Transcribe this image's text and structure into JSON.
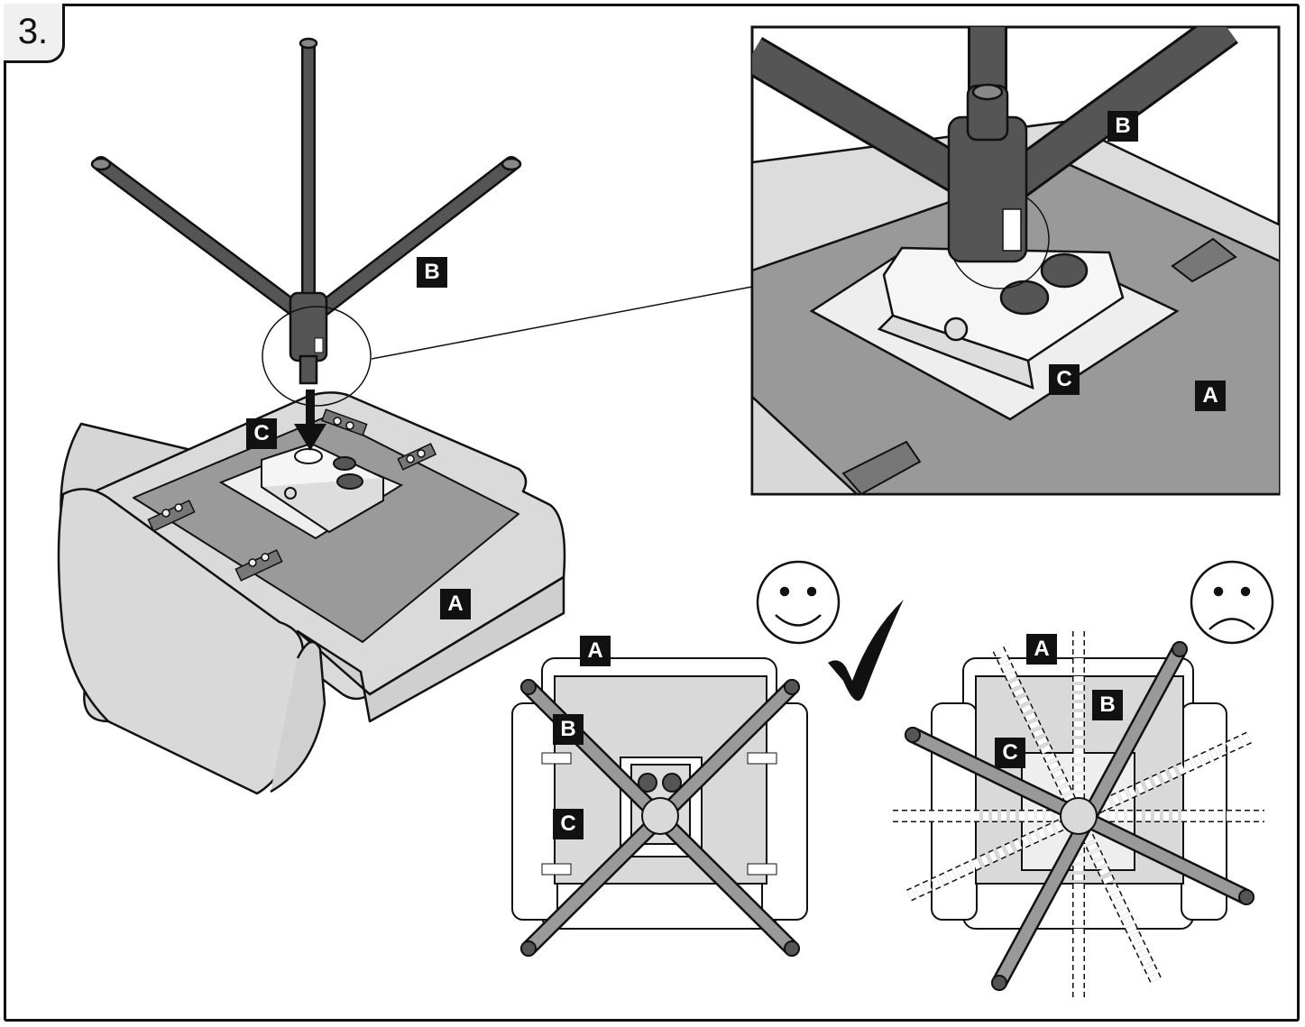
{
  "step_number": "3.",
  "labels": {
    "a": "A",
    "b": "B",
    "c": "C"
  },
  "colors": {
    "leg": "#555555",
    "panel": "#999999",
    "cushion": "#d9d9d9",
    "outline": "#111111"
  },
  "icons": [
    "smiley-face-icon",
    "sad-face-icon",
    "checkmark-icon",
    "arrow-down-icon"
  ]
}
